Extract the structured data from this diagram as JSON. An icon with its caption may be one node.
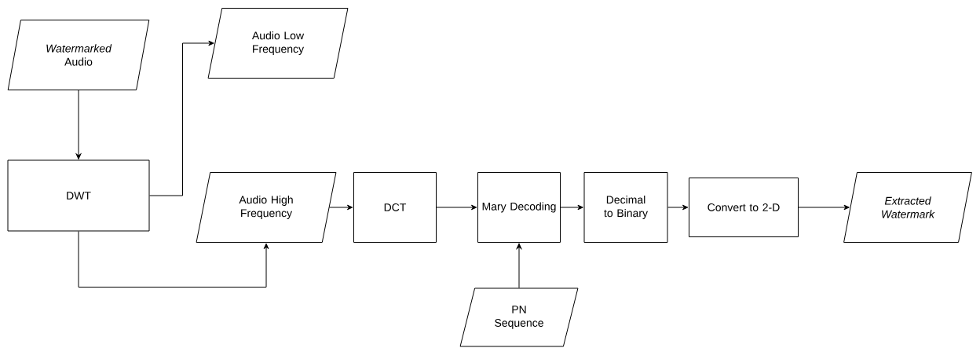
{
  "diagram": {
    "nodes": [
      {
        "text": [
          "*Watermarked* Audio"
        ]
      },
      {
        "text": [
          "DWT"
        ]
      },
      {
        "text": [
          "Audio Low Frequency"
        ]
      },
      {
        "text": [
          "Audio High Frequency"
        ]
      },
      {
        "text": [
          "DCT"
        ]
      },
      {
        "text": [
          "Mary Decoding"
        ]
      },
      {
        "text": [
          "Decimal to Binary"
        ]
      },
      {
        "text": [
          "Convert to 2-D"
        ]
      },
      {
        "text": [
          "Extracted Watermark"
        ]
      },
      {
        "text": [
          "PN Sequence"
        ]
      }
    ],
    "edges": [
      {
        "from": 0,
        "to": 1,
        "arrow": "to"
      },
      {
        "from": 1,
        "to": 2,
        "arrow": "to"
      },
      {
        "from": 1,
        "to": 3,
        "arrow": "to"
      },
      {
        "from": 3,
        "to": 4,
        "arrow": "to"
      },
      {
        "from": 4,
        "to": 5,
        "arrow": "to"
      },
      {
        "from": 5,
        "to": 6,
        "arrow": "to"
      },
      {
        "from": 6,
        "to": 7,
        "arrow": "to"
      },
      {
        "from": 7,
        "to": 8,
        "arrow": "to"
      },
      {
        "from": 9,
        "to": 5,
        "arrow": "to"
      }
    ]
  }
}
